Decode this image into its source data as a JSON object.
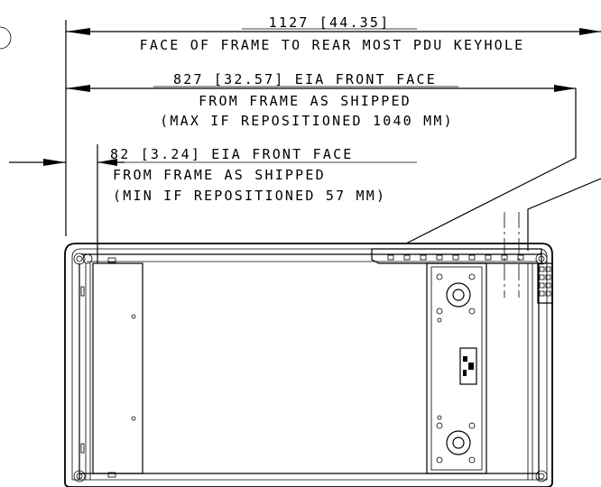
{
  "dimensions": [
    {
      "value": "1127 [44.35]",
      "lines": [
        "FACE OF FRAME TO REAR MOST PDU KEYHOLE"
      ]
    },
    {
      "value": "827 [32.57] EIA FRONT FACE",
      "lines": [
        "FROM FRAME AS SHIPPED",
        "(MAX IF REPOSITIONED 1040 MM)"
      ]
    },
    {
      "value": "82 [3.24] EIA FRONT FACE",
      "lines": [
        "FROM FRAME AS SHIPPED",
        "(MIN IF REPOSITIONED 57 MM)"
      ]
    }
  ]
}
